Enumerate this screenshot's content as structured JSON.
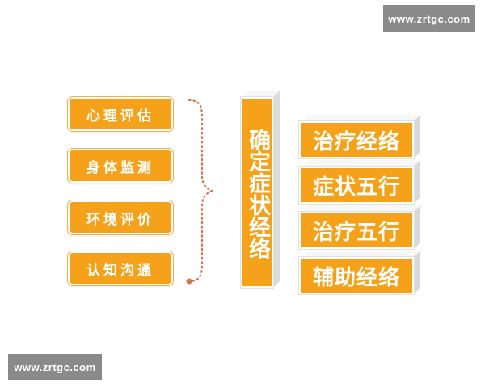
{
  "watermark": {
    "top_text": "www.zrtgc.com",
    "bottom_text": "www.zrtgc.com"
  },
  "left_items": [
    "心理评估",
    "身体监测",
    "环境评价",
    "认知沟通"
  ],
  "center": {
    "label": "确定症状经络"
  },
  "right_items": [
    "治疗经络",
    "症状五行",
    "治疗五行",
    "辅助经络"
  ],
  "colors": {
    "box_fill": "#f5a21a",
    "brace": "#d9744a",
    "text": "#ffffff"
  },
  "icons": {
    "bracket": "dotted-curly-brace-icon"
  }
}
